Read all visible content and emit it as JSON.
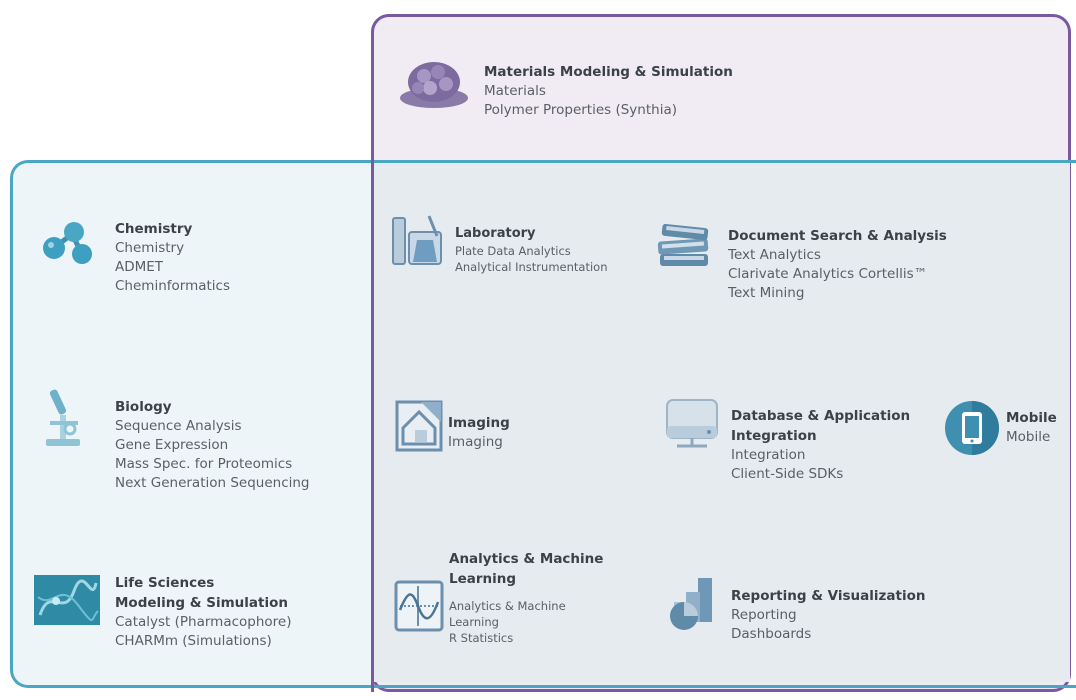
{
  "materials": {
    "title": "Materials Modeling & Simulation",
    "items": [
      "Materials",
      "Polymer Properties (Synthia)"
    ]
  },
  "chemistry": {
    "title": "Chemistry",
    "items": [
      "Chemistry",
      "ADMET",
      "Cheminformatics"
    ]
  },
  "biology": {
    "title": "Biology",
    "items": [
      "Sequence Analysis",
      "Gene Expression",
      "Mass Spec. for Proteomics",
      "Next Generation Sequencing"
    ]
  },
  "life_sciences": {
    "title_line1": "Life Sciences",
    "title_line2": "Modeling & Simulation",
    "items": [
      "Catalyst (Pharmacophore)",
      "CHARMm (Simulations)"
    ]
  },
  "laboratory": {
    "title": "Laboratory",
    "items": [
      "Plate Data Analytics",
      "Analytical Instrumentation"
    ]
  },
  "document_search": {
    "title": "Document Search & Analysis",
    "items": [
      "Text Analytics",
      "Clarivate Analytics Cortellis™",
      "Text Mining"
    ]
  },
  "imaging": {
    "title": "Imaging",
    "items": [
      "Imaging"
    ]
  },
  "database": {
    "title_line1": "Database & Application",
    "title_line2": "Integration",
    "items": [
      "Integration",
      "Client-Side SDKs"
    ]
  },
  "mobile": {
    "title": "Mobile",
    "items": [
      "Mobile"
    ]
  },
  "analytics": {
    "title_line1": "Analytics & Machine",
    "title_line2": "Learning",
    "items": [
      "Analytics & Machine",
      "Learning",
      "R Statistics"
    ]
  },
  "reporting": {
    "title": "Reporting & Visualization",
    "items": [
      "Reporting",
      "Dashboards"
    ]
  },
  "colors": {
    "materials_border": "#7a5a9e",
    "life_border": "#4aa7c4",
    "materials_fill": "#f1ecf3",
    "overlap_fill": "#e6ebf0",
    "life_fill": "#eef5f8"
  }
}
